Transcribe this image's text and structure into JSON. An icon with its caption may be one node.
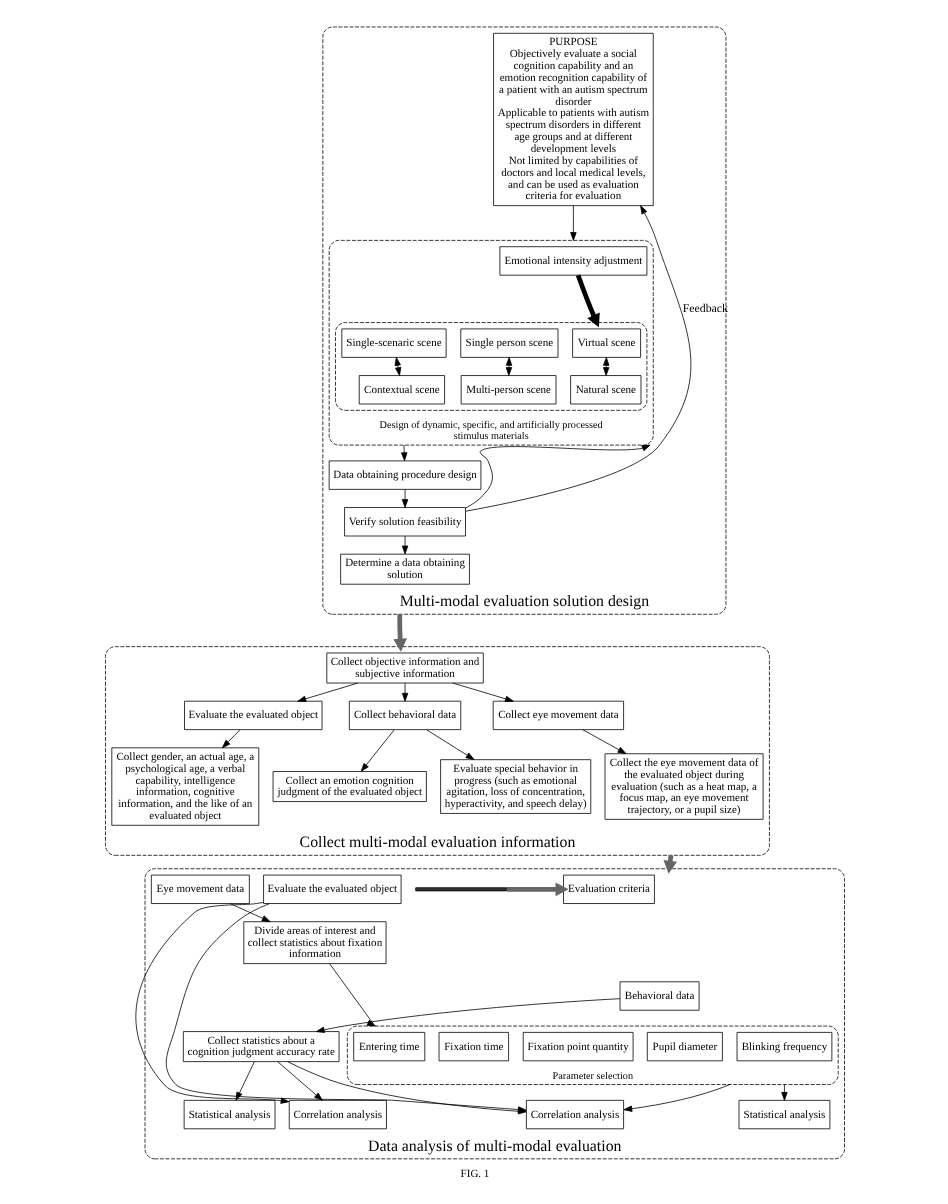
{
  "diagram": {
    "caption": "FIG. 1",
    "nodes": [
      {
        "text": [
          "Multi-modal evaluation solution design"
        ]
      },
      {
        "text": [
          "PURPOSE",
          "Objectively evaluate a social cognition capability and an emotion recognition capability of a patient with an autism spectrum disorder",
          "Applicable to patients with autism spectrum disorders in different age groups and at different development levels",
          "Not limited by capabilities of doctors and local medical levels, and can be used as evaluation criteria for evaluation"
        ],
        "in": 0
      },
      {
        "text": [
          "Design of dynamic, specific, and artificially processed stimulus materials"
        ],
        "in": 0
      },
      {
        "text": [
          "Emotional intensity adjustment"
        ],
        "in": 2
      },
      {
        "text": [],
        "shape": "box",
        "in": 2
      },
      {
        "text": [
          "Virtual scene"
        ],
        "in": 4
      },
      {
        "text": [
          "Natural scene"
        ],
        "in": 4
      },
      {
        "text": [
          "Single person scene"
        ],
        "in": 4
      },
      {
        "text": [
          "Multi-person scene"
        ],
        "in": 4
      },
      {
        "text": [
          "Single-scenaric scene"
        ],
        "in": 4
      },
      {
        "text": [
          "Contextual scene"
        ],
        "in": 4
      },
      {
        "text": [
          "Data obtaining procedure design"
        ],
        "in": 0
      },
      {
        "text": [
          "Verify solution feasibility"
        ],
        "in": 0
      },
      {
        "text": [
          "Determine a data obtaining solution"
        ],
        "in": 0
      },
      {
        "text": [
          "Collect multi-modal evaluation information"
        ]
      },
      {
        "text": [
          "Collect objective information and subjective information"
        ],
        "in": 14
      },
      {
        "text": [
          "Evaluate the evaluated object"
        ],
        "in": 14
      },
      {
        "text": [
          "Collect behavioral data"
        ],
        "in": 14
      },
      {
        "text": [
          "Collect eye movement data"
        ],
        "in": 14
      },
      {
        "text": [
          "Collect gender, an actual age, a psychological age, a verbal capability, intelligence information, cognitive information, and the like of an evaluated object"
        ],
        "in": 14
      },
      {
        "text": [
          "Collect an emotion cognition judgment of the evaluated object"
        ],
        "in": 14
      },
      {
        "text": [
          "Evaluate special behavior in progress (such as emotional agitation, loss of concentration, hyperactivity, and speech delay)"
        ],
        "in": 14
      },
      {
        "text": [
          "Collect the eye movement data of the evaluated object during evaluation (such as a heat map, a focus map, an eye movement trajectory, or a pupil size)"
        ],
        "in": 14
      },
      {
        "text": [
          "Data analysis of multi-modal evaluation"
        ]
      },
      {
        "text": [
          "Behavioral data"
        ],
        "in": 23
      },
      {
        "text": [
          "Collect statistics about a cognition judgment accuracy rate"
        ],
        "in": 23
      },
      {
        "text": [
          "Statistical analysis"
        ],
        "in": 23
      },
      {
        "text": [
          "Correlation analysis"
        ],
        "in": 23
      },
      {
        "text": [
          "Eye movement data"
        ],
        "in": 23
      },
      {
        "text": [
          "Divide areas of interest and collect statistics about fixation information"
        ],
        "in": 23
      },
      {
        "text": [
          "Parameter selection"
        ],
        "in": 23
      },
      {
        "text": [
          "Entering time"
        ],
        "in": 30
      },
      {
        "text": [
          "Fixation time"
        ],
        "in": 30
      },
      {
        "text": [
          "Fixation point quantity"
        ],
        "in": 30
      },
      {
        "text": [
          "Pupil diameter"
        ],
        "in": 30
      },
      {
        "text": [
          "Blinking frequency"
        ],
        "in": 30
      },
      {
        "text": [
          "Correlation analysis"
        ],
        "in": 23
      },
      {
        "text": [
          "Statistical analysis"
        ],
        "in": 23
      },
      {
        "text": [
          "Evaluate the evaluated object"
        ],
        "in": 23
      },
      {
        "text": [
          "Evaluation criteria"
        ],
        "in": 23
      },
      {
        "text": [],
        "shape": "bar",
        "in": 23
      }
    ],
    "edges": [
      {
        "from": 1,
        "to": 2,
        "arrow": "to"
      },
      {
        "from": 3,
        "to": 4,
        "arrow": "to",
        "style": "thick"
      },
      {
        "from": 5,
        "to": 6,
        "arrow": "both"
      },
      {
        "from": 7,
        "to": 8,
        "arrow": "both"
      },
      {
        "from": 9,
        "to": 10,
        "arrow": "both"
      },
      {
        "from": 2,
        "to": 11,
        "arrow": "to"
      },
      {
        "from": 11,
        "to": 12,
        "arrow": "to"
      },
      {
        "from": 12,
        "to": 13,
        "arrow": "to"
      },
      {
        "from": 12,
        "to": 1,
        "arrow": "to",
        "label": "Feedback"
      },
      {
        "from": 12,
        "to": 2,
        "arrow": "to"
      },
      {
        "from": 0,
        "to": 14,
        "arrow": "to",
        "style": "thick",
        "color": "#666666"
      },
      {
        "from": 15,
        "to": 16,
        "arrow": "to"
      },
      {
        "from": 15,
        "to": 17,
        "arrow": "to"
      },
      {
        "from": 15,
        "to": 18,
        "arrow": "to"
      },
      {
        "from": 16,
        "to": 19,
        "arrow": "to"
      },
      {
        "from": 17,
        "to": 20,
        "arrow": "to"
      },
      {
        "from": 17,
        "to": 21,
        "arrow": "to"
      },
      {
        "from": 18,
        "to": 22,
        "arrow": "to"
      },
      {
        "from": 14,
        "to": 23,
        "arrow": "to",
        "style": "thick",
        "color": "#666666"
      },
      {
        "from": 24,
        "to": 25,
        "arrow": "to"
      },
      {
        "from": 25,
        "to": 26,
        "arrow": "to"
      },
      {
        "from": 25,
        "to": 27,
        "arrow": "to"
      },
      {
        "from": 25,
        "to": 36,
        "arrow": "to"
      },
      {
        "from": 38,
        "to": 27,
        "arrow": "to"
      },
      {
        "from": 38,
        "to": 36,
        "arrow": "to"
      },
      {
        "from": 28,
        "to": 29,
        "arrow": "to"
      },
      {
        "from": 29,
        "to": 30,
        "arrow": "to"
      },
      {
        "from": 30,
        "to": 36,
        "arrow": "to"
      },
      {
        "from": 30,
        "to": 37,
        "arrow": "to"
      },
      {
        "from": 40,
        "to": 39,
        "arrow": "to",
        "style": "thick",
        "color": "#666666"
      }
    ]
  }
}
